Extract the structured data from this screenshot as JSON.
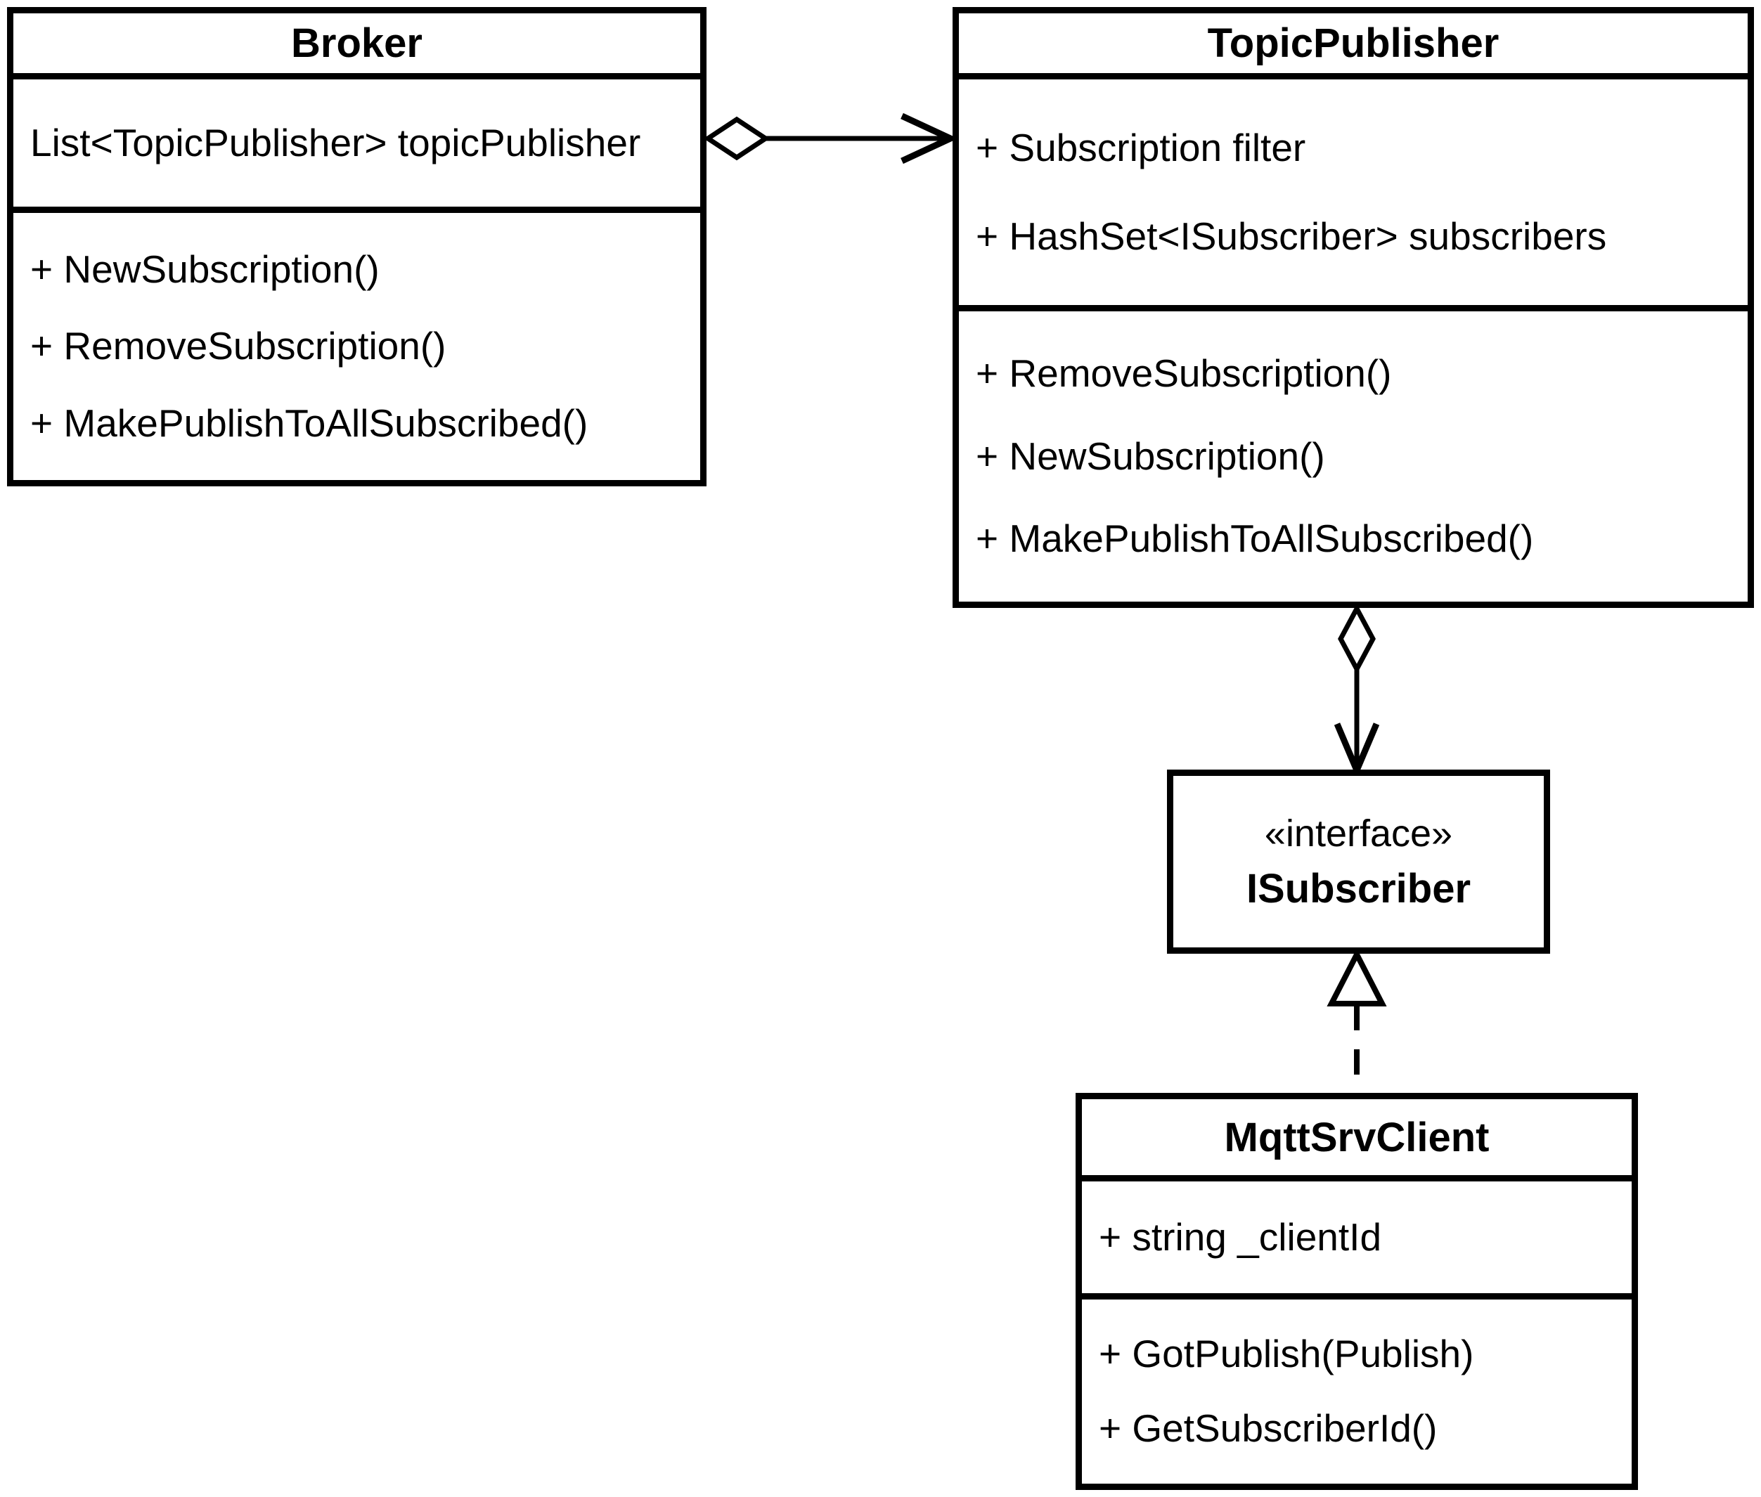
{
  "classes": {
    "broker": {
      "name": "Broker",
      "attributes": [
        "List<TopicPublisher> topicPublisher"
      ],
      "methods": [
        "+ NewSubscription()",
        "+ RemoveSubscription()",
        "+ MakePublishToAllSubscribed()"
      ]
    },
    "topic_publisher": {
      "name": "TopicPublisher",
      "attributes": [
        "+ Subscription filter",
        "+ HashSet<ISubscriber> subscribers"
      ],
      "methods": [
        "+ RemoveSubscription()",
        "+ NewSubscription()",
        "+ MakePublishToAllSubscribed()"
      ]
    },
    "isubscriber": {
      "stereotype": "«interface»",
      "name": "ISubscriber",
      "attributes": [],
      "methods": []
    },
    "mqtt_srv_client": {
      "name": "MqttSrvClient",
      "attributes": [
        "+ string _clientId"
      ],
      "methods": [
        "+ GotPublish(Publish)",
        "+ GetSubscriberId()"
      ]
    }
  },
  "relationships": [
    {
      "from": "Broker",
      "to": "TopicPublisher",
      "type": "directed-aggregation",
      "source_marker": "hollow-diamond",
      "target_marker": "open-arrow",
      "line_style": "solid"
    },
    {
      "from": "TopicPublisher",
      "to": "ISubscriber",
      "type": "directed-aggregation",
      "source_marker": "hollow-diamond",
      "target_marker": "open-arrow",
      "line_style": "solid"
    },
    {
      "from": "MqttSrvClient",
      "to": "ISubscriber",
      "type": "realization",
      "source_marker": "none",
      "target_marker": "hollow-triangle",
      "line_style": "dashed"
    }
  ],
  "colors": {
    "line": "#000000",
    "box_fill": "#ffffff",
    "background": "#ffffff"
  }
}
